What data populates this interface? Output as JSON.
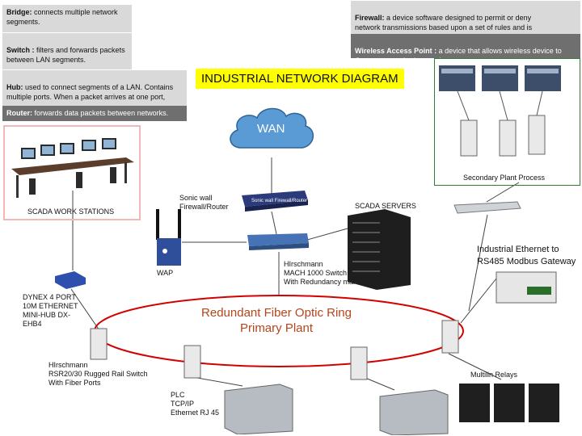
{
  "definitions": {
    "bridge": {
      "term": "Bridge:",
      "text": " connects multiple network segments."
    },
    "switch": {
      "term": "Switch :",
      "text": " filters and forwards packets\n between LAN segments."
    },
    "hub": {
      "term": "Hub:",
      "text": " used to connect segments of a LAN. Contains\n multiple ports. When a packet arrives at one port,"
    },
    "router": {
      "term": "Router:",
      "text": " forwards data packets between networks."
    },
    "firewall": {
      "term": "Firewall:",
      "text": " a device software designed to permit or deny\n network transmissions based upon a set of rules and is\nused to protect networks from unauthorized access."
    },
    "wap": {
      "term": "Wireless Access Point :",
      "text": " a device that allows wireless device to\nConnect to a wired network."
    }
  },
  "title": "INDUSTRIAL NETWORK DIAGRAM",
  "wan": "WAN",
  "ring": {
    "line1": "Redundant Fiber Optic Ring",
    "line2": "Primary Plant"
  },
  "labels": {
    "scada_ws": "SCADA WORK STATIONS",
    "secondary": "Secondary Plant Process",
    "sonicwall": "Sonic wall\nFirewall/Router",
    "scada_servers": "SCADA SERVERS",
    "wap": "WAP",
    "hirschmann_mach": "HIrschmann\nMACH 1000 Switch\nWith Redundancy manager",
    "ind_eth": "Industrial Ethernet to\n RS485 Modbus Gateway",
    "dynex": "DYNEX 4 PORT\n10M ETHERNET\nMINI-HUB DX-\nEHB4",
    "hirschmann_rsr": "HIrschmann\nRSR20/30 Rugged Rail Switch\nWith  Fiber Ports",
    "plc": "PLC\nTCP/IP\nEthernet RJ 45",
    "multilin": "Multilin Relays",
    "sonicwall_brand": "SONICWALL"
  }
}
